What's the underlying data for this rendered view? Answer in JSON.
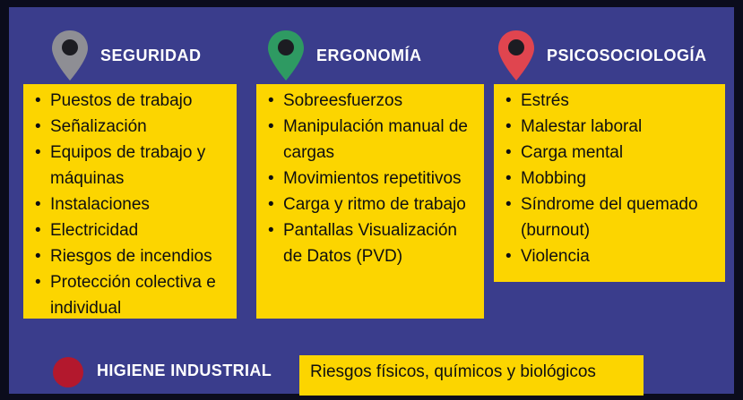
{
  "columns": [
    {
      "label": "SEGURIDAD",
      "pin_color": "#8e8e94",
      "items": [
        "Puestos de trabajo",
        "Señalización",
        "Equipos de trabajo y máquinas",
        "Instalaciones",
        "Electricidad",
        "Riesgos de incendios",
        "Protección colectiva e individual"
      ]
    },
    {
      "label": "ERGONOMÍA",
      "pin_color": "#2e9a62",
      "items": [
        "Sobreesfuerzos",
        "Manipulación manual de cargas",
        "Movimientos repetitivos",
        "Carga y ritmo de trabajo",
        "Pantallas Visualización de Datos (PVD)"
      ]
    },
    {
      "label": "PSICOSOCIOLOGÍA",
      "pin_color": "#e0454f",
      "items": [
        "Estrés",
        "Malestar laboral",
        "Carga mental",
        "Mobbing",
        "Síndrome del quemado (burnout)",
        "Violencia"
      ]
    }
  ],
  "footer": {
    "label": "HIGIENE INDUSTRIAL",
    "dot_color": "#b3182d",
    "text": "Riesgos físicos, químicos y biológicos"
  },
  "colors": {
    "background": "#3a3d8c",
    "box": "#fcd500",
    "text": "#0f0f10"
  }
}
